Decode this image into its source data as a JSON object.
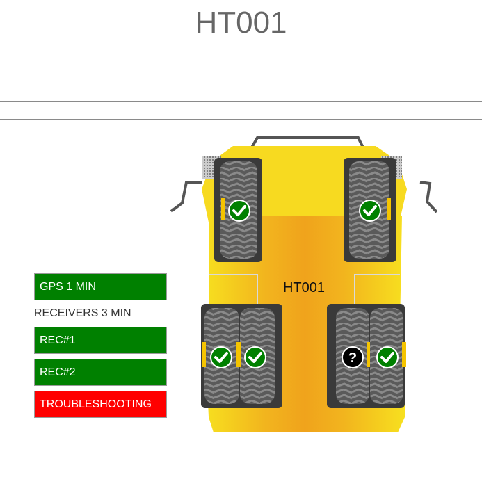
{
  "header": {
    "title": "HT001"
  },
  "truck": {
    "label": "HT001"
  },
  "status_panel": {
    "gps": {
      "label": "GPS 1 MIN",
      "color": "#008000"
    },
    "receivers_label": "RECEIVERS 3 MIN",
    "rec1": {
      "label": "REC#1",
      "color": "#008000"
    },
    "rec2": {
      "label": "REC#2",
      "color": "#008000"
    },
    "troubleshooting": {
      "label": "TROUBLESHOOTING",
      "color": "#ff0000"
    }
  },
  "tires": {
    "front_left": {
      "status": "ok-icon"
    },
    "front_right": {
      "status": "ok-icon"
    },
    "rear_left_outer": {
      "status": "ok-icon"
    },
    "rear_left_inner": {
      "status": "ok-icon"
    },
    "rear_right_inner": {
      "status": "unknown-icon"
    },
    "rear_right_outer": {
      "status": "ok-icon"
    }
  },
  "colors": {
    "truck_yellow": "#f5d21a",
    "truck_orange": "#f0a31c",
    "ok_green": "#008000",
    "unknown_black": "#000000"
  }
}
